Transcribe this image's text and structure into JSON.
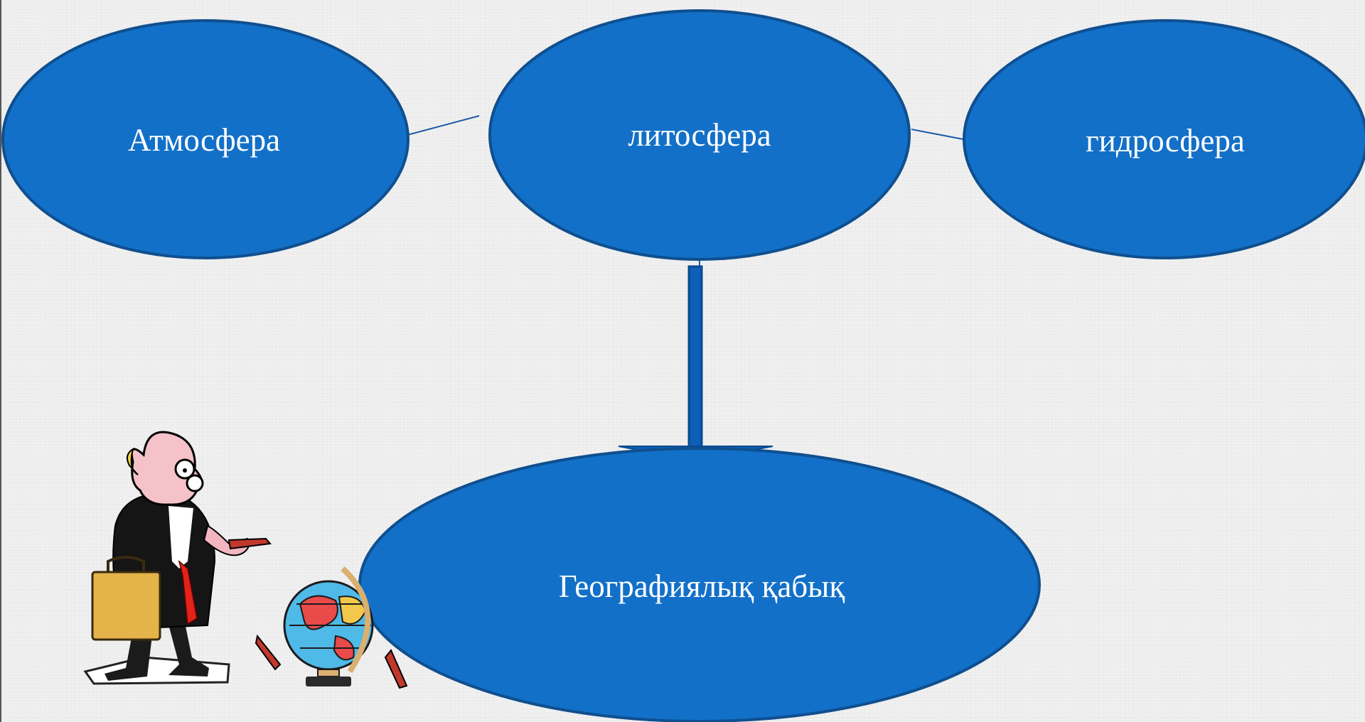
{
  "diagram": {
    "nodes": {
      "atmosphere": {
        "label": "Атмосфера"
      },
      "lithosphere": {
        "label": "литосфера"
      },
      "hydrosphere": {
        "label": "гидросфера"
      },
      "geographic_envelope": {
        "label": "Географиялық қабық"
      }
    },
    "colors": {
      "node_fill": "#1270c8",
      "node_stroke": "#0f4f8f",
      "connector": "#1a5aa6",
      "arrow_fill": "#0e5fb8",
      "text": "#ffffff"
    },
    "illustration": {
      "icon": "professor-with-globe-clipart"
    }
  }
}
